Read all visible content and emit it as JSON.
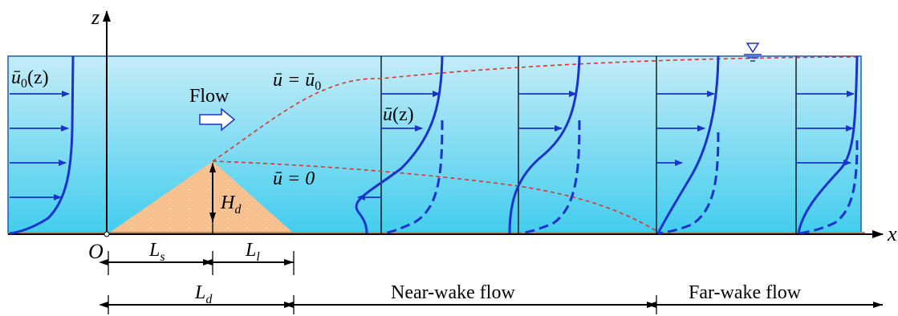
{
  "axes": {
    "z_label": "z",
    "x_label": "x",
    "origin_label": "O"
  },
  "labels": {
    "inlet_prefix": "ū",
    "inlet_sub": "0",
    "inlet_suffix": "(z)",
    "flow": "Flow",
    "u_eq_u0_lhs": "ū = ū",
    "u_eq_u0_sub": "0",
    "u_eq_0": "ū = 0",
    "uz_prefix": "ū",
    "uz_suffix": "(z)",
    "hd_main": "H",
    "hd_sub": "d",
    "ls_main": "L",
    "ls_sub": "s",
    "ll_main": "L",
    "ll_sub": "l",
    "ld_main": "L",
    "ld_sub": "d",
    "near_wake": "Near-wake flow",
    "far_wake": "Far-wake flow"
  },
  "colors": {
    "water_top": "#b9e8f6",
    "water_bottom": "#4fd1ef",
    "dune": "#f6c08a",
    "profile": "#1a33cc",
    "frame": "#1f5fb5",
    "boundary": "#e03030",
    "bed": "#b58a55"
  },
  "icons": [
    "free-surface-icon",
    "flow-arrow-icon"
  ]
}
